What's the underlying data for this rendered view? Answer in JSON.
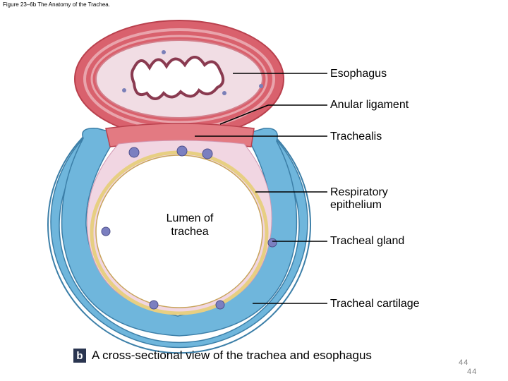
{
  "figure_caption": "Figure 23–6b The Anatomy of the Trachea.",
  "labels": {
    "esophagus": "Esophagus",
    "anular_ligament": "Anular ligament",
    "trachealis": "Trachealis",
    "respiratory_epithelium": "Respiratory epithelium",
    "tracheal_gland": "Tracheal gland",
    "tracheal_cartilage": "Tracheal cartilage",
    "lumen": "Lumen of trachea"
  },
  "caption": {
    "badge": "b",
    "text": "A cross-sectional view of the trachea and esophagus"
  },
  "page_numbers": [
    "44",
    "44"
  ],
  "colors": {
    "cartilage": "#6fb6dc",
    "muscle": "#d9616d",
    "mucosa": "#f1dde4",
    "gland": "#7b7fc0",
    "badge": "#2a3550"
  }
}
